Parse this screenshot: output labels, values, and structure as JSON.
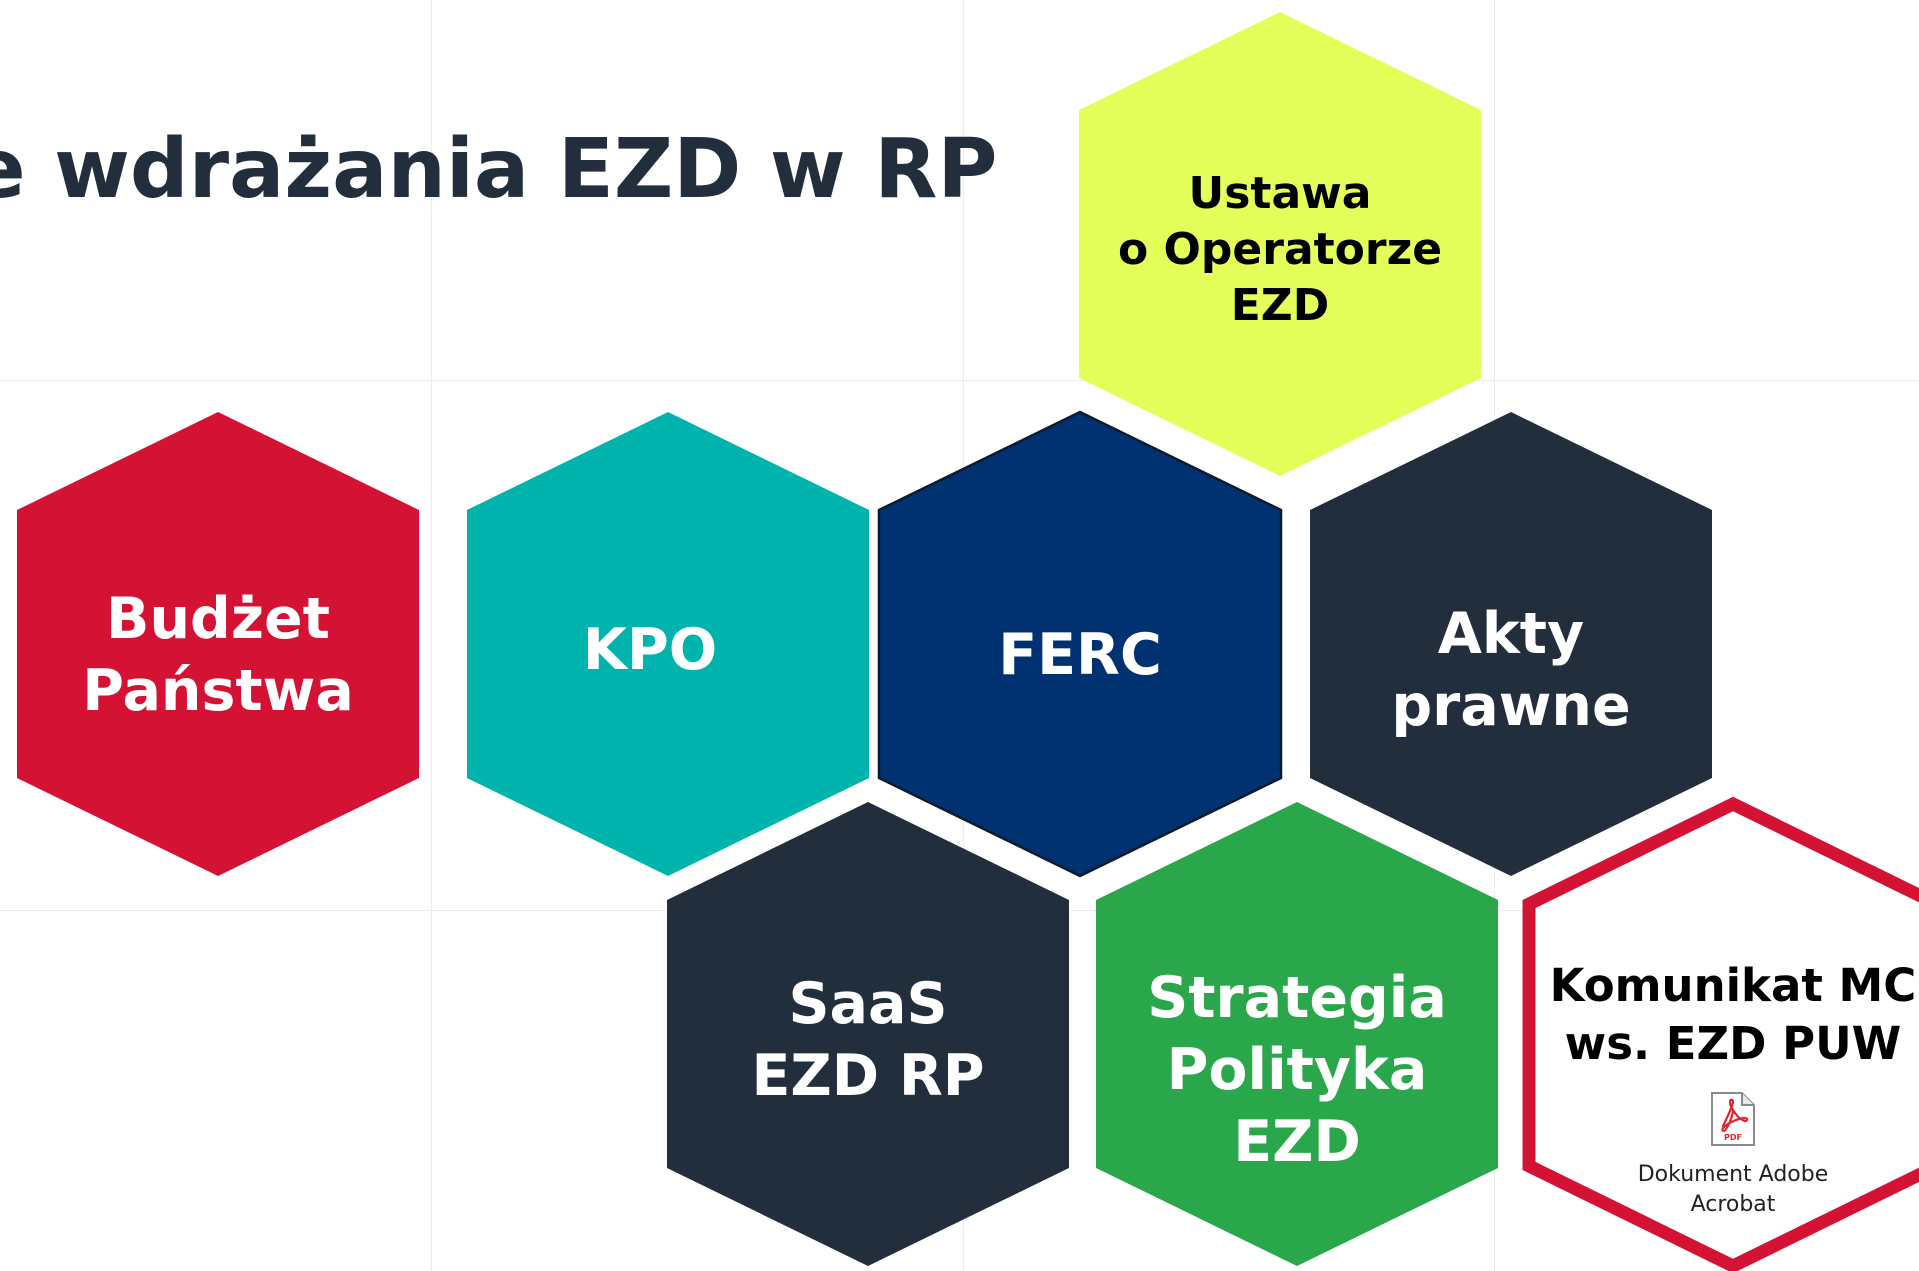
{
  "title": "e wdrażania EZD w RP",
  "colors": {
    "ustawa": "#e4ff5a",
    "budzet": "#d41334",
    "kpo": "#00b4ae",
    "ferc": "#003271",
    "dark": "#222e3c",
    "strategia": "#2aa74a",
    "komunikat_border": "#d41334",
    "title": "#222e3c"
  },
  "hexagons": {
    "ustawa": {
      "line1": "Ustawa",
      "line2": "o Operatorze",
      "line3": "EZD"
    },
    "budzet": {
      "line1": "Budżet",
      "line2": "Państwa"
    },
    "kpo": {
      "line1": "KPO"
    },
    "ferc": {
      "line1": "FERC"
    },
    "akty": {
      "line1": "Akty",
      "line2": "prawne"
    },
    "saas": {
      "line1": "SaaS",
      "line2": "EZD RP"
    },
    "strategia": {
      "line1": "Strategia",
      "line2": "Polityka",
      "line3": "EZD"
    },
    "komunikat": {
      "line1": "Komunikat MC",
      "line2": "ws. EZD PUW"
    }
  },
  "attachment": {
    "icon": "pdf-file-icon",
    "icon_text": "PDF",
    "caption_line1": "Dokument Adobe",
    "caption_line2": "Acrobat"
  }
}
